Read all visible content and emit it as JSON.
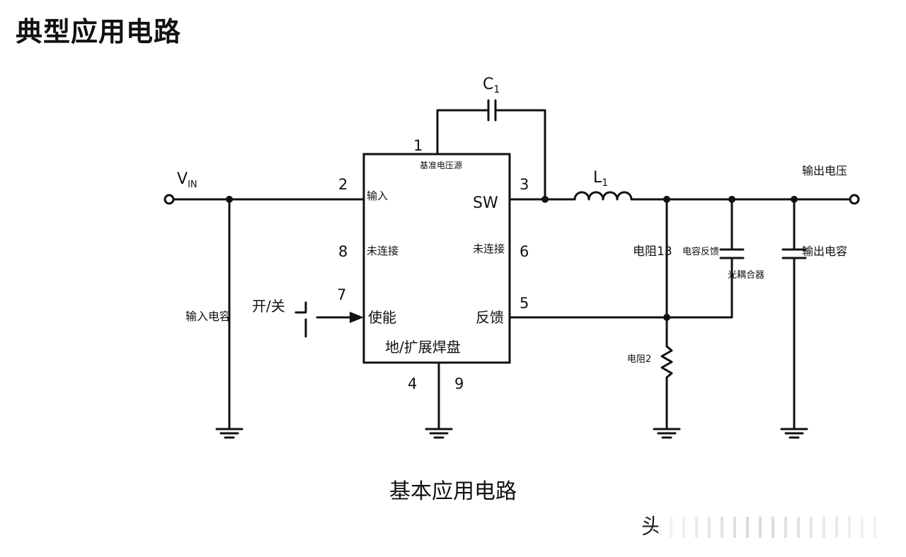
{
  "heading": "典型应用电路",
  "caption": "基本应用电路",
  "watermark": "头",
  "labels": {
    "c1": "C",
    "c1_sub": "1",
    "vin": "V",
    "vin_sub": "IN",
    "l1": "L",
    "l1_sub": "1",
    "vout": "输出电压",
    "pin1": "1",
    "pin2": "2",
    "pin3": "3",
    "pin4": "4",
    "pin5": "5",
    "pin6": "6",
    "pin7": "7",
    "pin8": "8",
    "pin9": "9",
    "ref_source": "基准电压源",
    "input_pin": "输入",
    "sw_pin": "SW",
    "nc_left": "未连接",
    "nc_right": "未连接",
    "enable_pin": "使能",
    "feedback_pin": "反馈",
    "gnd_pad": "地/扩展焊盘",
    "onoff": "开/关",
    "input_cap": "输入电容",
    "r13": "电阻13",
    "cap_feedback": "电容反馈",
    "optocoupler": "光耦合器",
    "output_cap": "输出电容",
    "r2": "电阻2"
  }
}
